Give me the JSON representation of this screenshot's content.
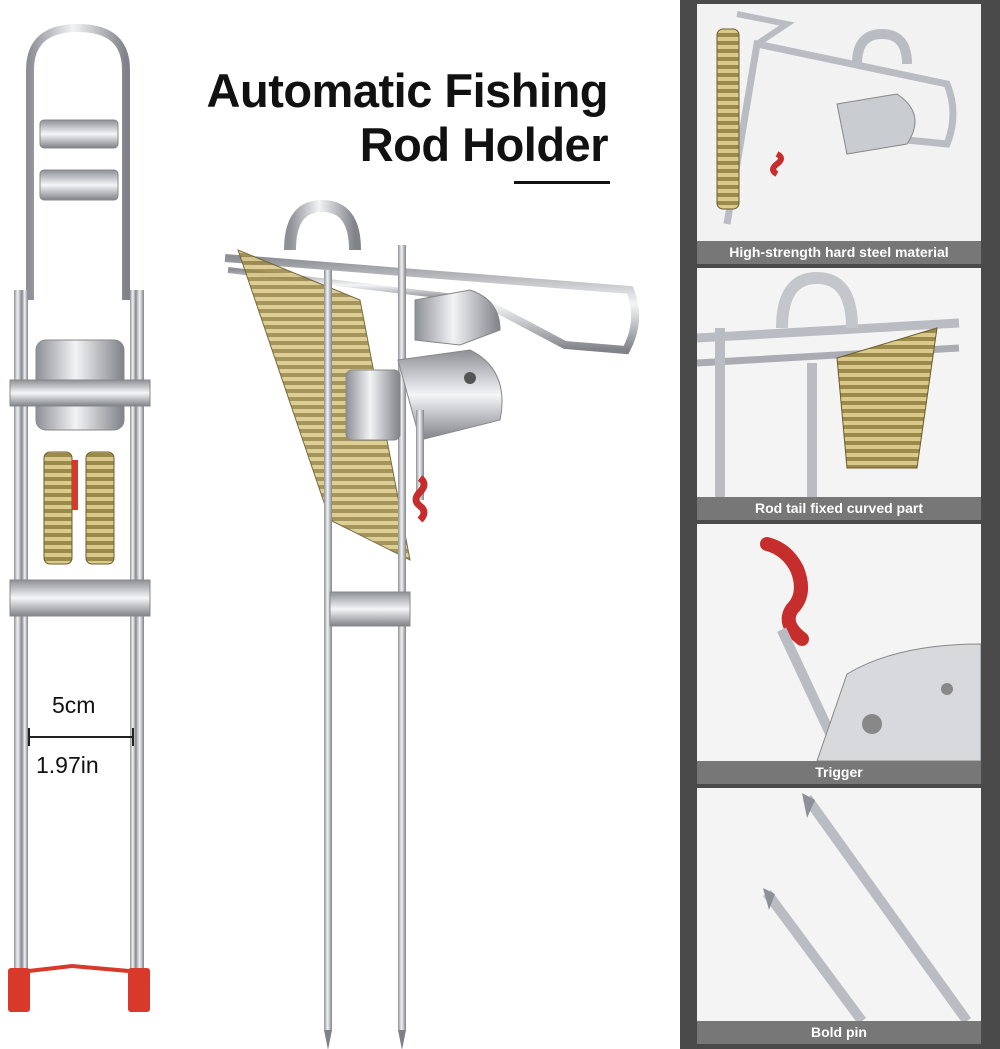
{
  "title": {
    "line1": "Automatic Fishing",
    "line2": "Rod Holder"
  },
  "dimension": {
    "cm": "5cm",
    "in": "1.97in"
  },
  "tiles": [
    {
      "caption": "High-strength hard steel material"
    },
    {
      "caption": "Rod tail fixed curved part"
    },
    {
      "caption": "Trigger"
    },
    {
      "caption": "Bold pin"
    }
  ],
  "colors": {
    "panel_bg": "#4a4a4a",
    "caption_bg": "#777777",
    "steel": "#b9bcc2",
    "spring": "#c8b46a",
    "red_cap": "#d8392b"
  }
}
